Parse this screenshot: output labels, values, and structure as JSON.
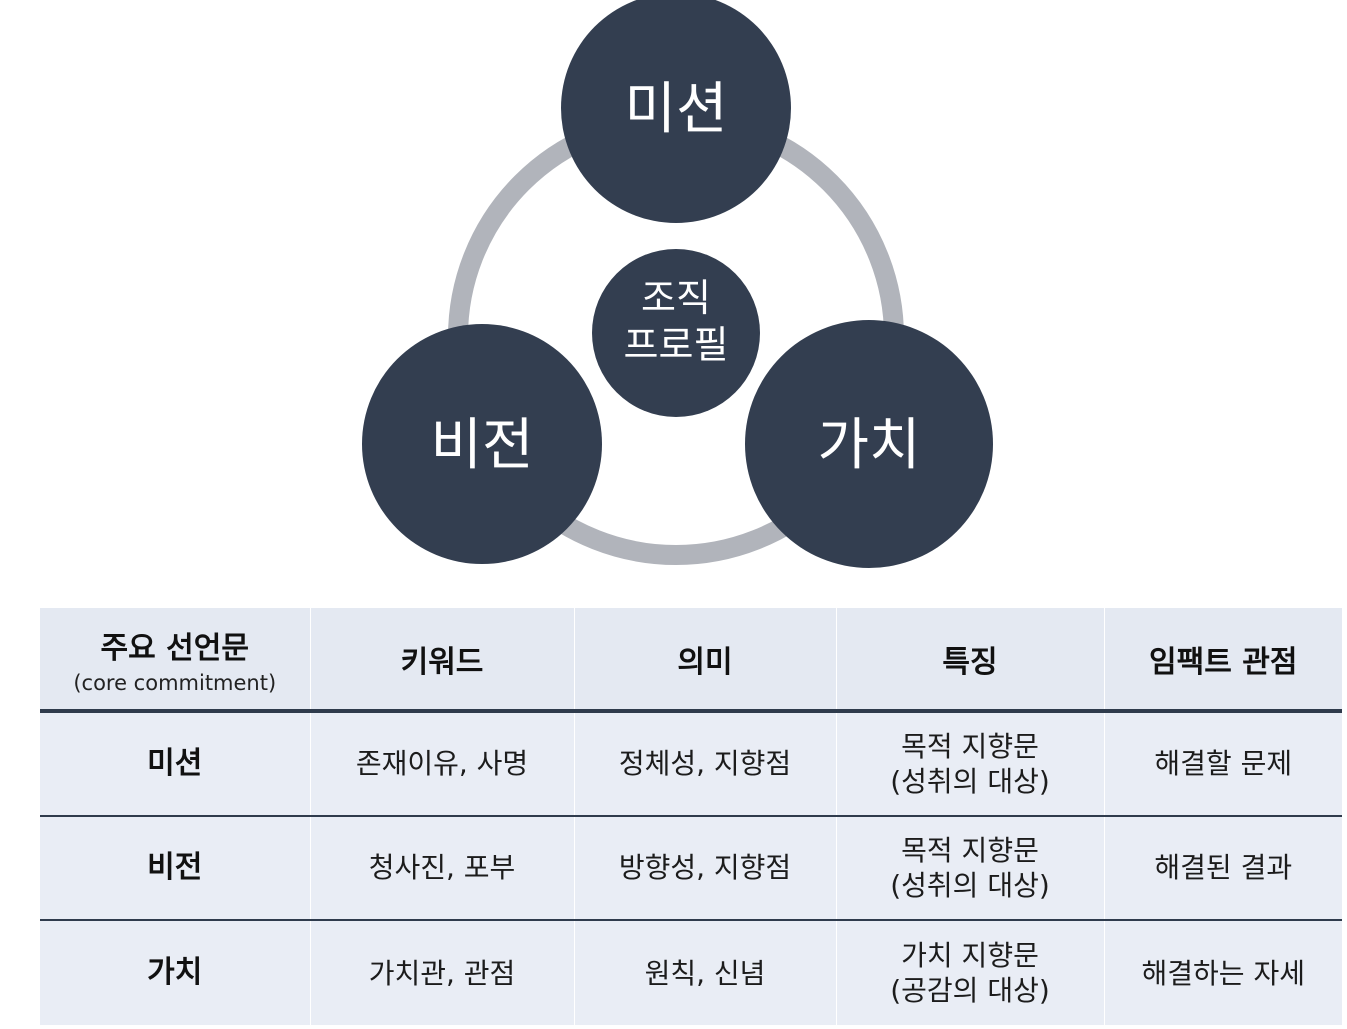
{
  "diagram": {
    "center_label_line1": "조직",
    "center_label_line2": "프로필",
    "nodes": [
      {
        "label": "미션"
      },
      {
        "label": "비전"
      },
      {
        "label": "가치"
      }
    ],
    "colors": {
      "node_fill": "#333e50",
      "ring_stroke": "#b1b4bb"
    }
  },
  "table": {
    "headers": [
      {
        "title": "주요 선언문",
        "subtitle": "(core commitment)"
      },
      {
        "title": "키워드"
      },
      {
        "title": "의미"
      },
      {
        "title": "특징"
      },
      {
        "title": "임팩트 관점"
      }
    ],
    "rows": [
      {
        "name": "미션",
        "keyword": "존재이유, 사명",
        "meaning": "정체성, 지향점",
        "feature_line1": "목적 지향문",
        "feature_line2": "(성취의 대상)",
        "impact": "해결할 문제"
      },
      {
        "name": "비전",
        "keyword": "청사진, 포부",
        "meaning": "방향성, 지향점",
        "feature_line1": "목적 지향문",
        "feature_line2": "(성취의 대상)",
        "impact": "해결된 결과"
      },
      {
        "name": "가치",
        "keyword": "가치관, 관점",
        "meaning": "원칙, 신념",
        "feature_line1": "가치 지향문",
        "feature_line2": "(공감의 대상)",
        "impact": "해결하는 자세"
      }
    ],
    "colors": {
      "header_bg": "#e4e9f2",
      "row_bg": "#e9edf5",
      "divider": "#2f3b4c"
    }
  }
}
